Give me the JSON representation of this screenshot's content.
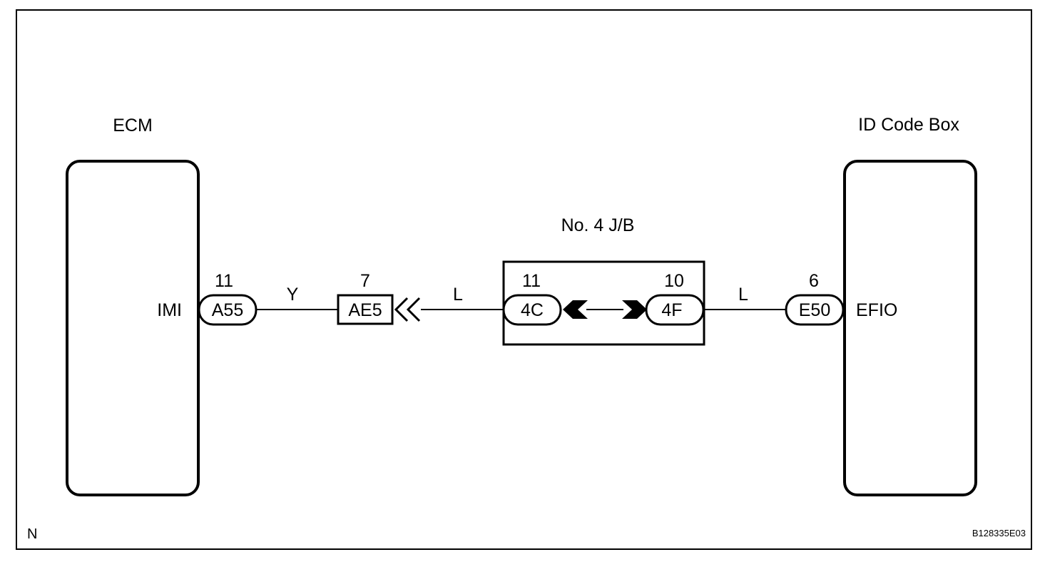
{
  "components": {
    "ecm": {
      "title": "ECM",
      "pin_label": "IMI"
    },
    "id_code_box": {
      "title": "ID Code Box",
      "pin_label": "EFIO"
    },
    "junction_block": {
      "title": "No. 4 J/B"
    }
  },
  "connectors": {
    "a55": {
      "code": "A55",
      "pin": "11"
    },
    "ae5": {
      "code": "AE5",
      "pin": "7"
    },
    "c4c": {
      "code": "4C",
      "pin": "11"
    },
    "c4f": {
      "code": "4F",
      "pin": "10"
    },
    "e50": {
      "code": "E50",
      "pin": "6"
    }
  },
  "wires": {
    "ecm_to_ae5": {
      "color": "Y"
    },
    "ae5_to_jb": {
      "color": "L"
    },
    "jb_to_idbox": {
      "color": "L"
    }
  },
  "footer": {
    "left": "N",
    "right": "B128335E03"
  }
}
